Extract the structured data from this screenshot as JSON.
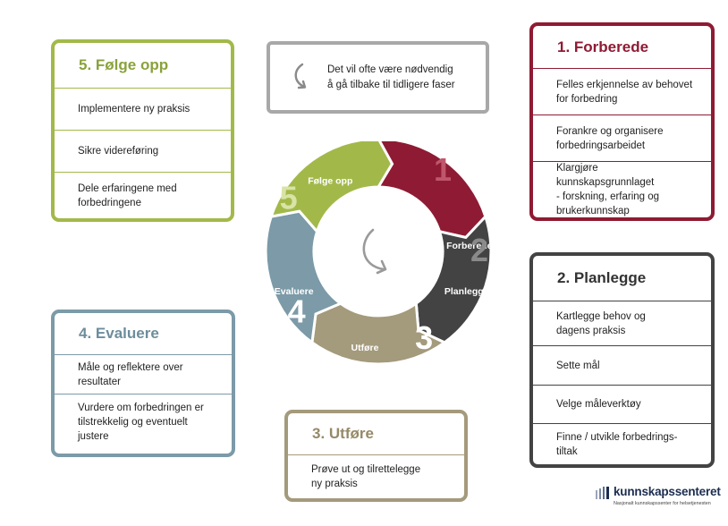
{
  "note": {
    "text_line1": "Det vil ofte være nødvendig",
    "text_line2": "å gå tilbake til tidligere faser",
    "icon": "return-arrow-icon"
  },
  "cards": {
    "c5": {
      "title": "5. Følge opp",
      "color": "#a2b94a",
      "items": [
        [
          "Implementere ny praksis"
        ],
        [
          "Sikre videreføring"
        ],
        [
          "Dele erfaringene med",
          "forbedringene"
        ]
      ]
    },
    "c1": {
      "title": "1. Forberede",
      "color": "#8e1b33",
      "items": [
        [
          "Felles erkjennelse av behovet",
          "for forbedring"
        ],
        [
          "Forankre og organisere",
          "forbedringsarbeidet"
        ],
        [
          "Klargjøre kunnskapsgrunnlaget",
          "- forskning, erfaring og",
          "brukerkunnskap"
        ]
      ]
    },
    "c2": {
      "title": "2. Planlegge",
      "color": "#434343",
      "items": [
        [
          "Kartlegge behov og",
          "dagens praksis"
        ],
        [
          "Sette mål"
        ],
        [
          "Velge måleverktøy"
        ],
        [
          "Finne / utvikle forbedrings-",
          "tiltak"
        ]
      ]
    },
    "c4": {
      "title": "4. Evaluere",
      "color": "#7c9aa8",
      "items": [
        [
          "Måle og reflektere over",
          "resultater"
        ],
        [
          "Vurdere om forbedringen er",
          "tilstrekkelig og eventuelt",
          "justere"
        ]
      ]
    },
    "c3": {
      "title": "3. Utføre",
      "color": "#a49a7c",
      "items": [
        [
          "Prøve ut  og tilrettelegge",
          "ny praksis"
        ]
      ]
    }
  },
  "cycle": {
    "segments": [
      {
        "num": "1",
        "label": "Forberede",
        "color": "#8e1b33",
        "num_color": "#c0566b"
      },
      {
        "num": "2",
        "label": "Planlegge",
        "color": "#434343",
        "num_color": "#8a8a8a"
      },
      {
        "num": "3",
        "label": "Utføre",
        "color": "#a49a7c",
        "num_color": "#ffffff"
      },
      {
        "num": "4",
        "label": "Evaluere",
        "color": "#7c9aa8",
        "num_color": "#ffffff"
      },
      {
        "num": "5",
        "label": "Følge opp",
        "color": "#a2b94a",
        "num_color": "#d9e3a6"
      }
    ],
    "center_icon": "return-arrow-icon"
  },
  "logo": {
    "name": "kunnskapssenteret",
    "sub": "Nasjonalt kunnskapssenter for helsetjenesten"
  }
}
